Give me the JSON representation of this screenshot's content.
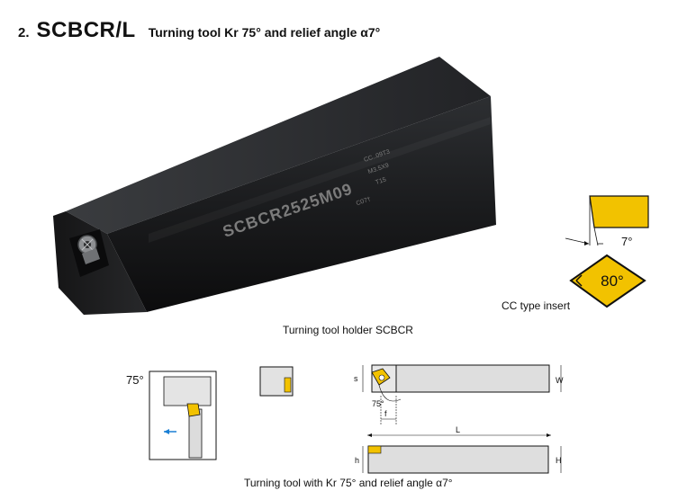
{
  "heading": {
    "number": "2.",
    "code": "SCBCR/L",
    "description": "Turning tool Kr 75° and relief angle α7°"
  },
  "photo": {
    "engraving_main": "SCBCR2525M09",
    "engraving_sub": "C07†",
    "engraving_insert": "CC..09T3",
    "engraving_screw": "M3.5X9",
    "engraving_key": "T15"
  },
  "insert": {
    "relief_angle_label": "7°",
    "tip_angle_label": "80°",
    "caption": "CC type insert",
    "colors": {
      "insert": "#f2c200",
      "outline": "#111111"
    }
  },
  "holder_caption": "Turning tool holder SCBCR",
  "drawings": {
    "top_view_angle": "75°",
    "dims": {
      "s": "s",
      "w": "W",
      "l": "L",
      "h": "h",
      "H": "H",
      "f": "f",
      "angle": "75°"
    },
    "feed_arrow_color": "#1a7fd4"
  },
  "bottom_caption": "Turning tool with Kr 75° and relief angle α7°"
}
